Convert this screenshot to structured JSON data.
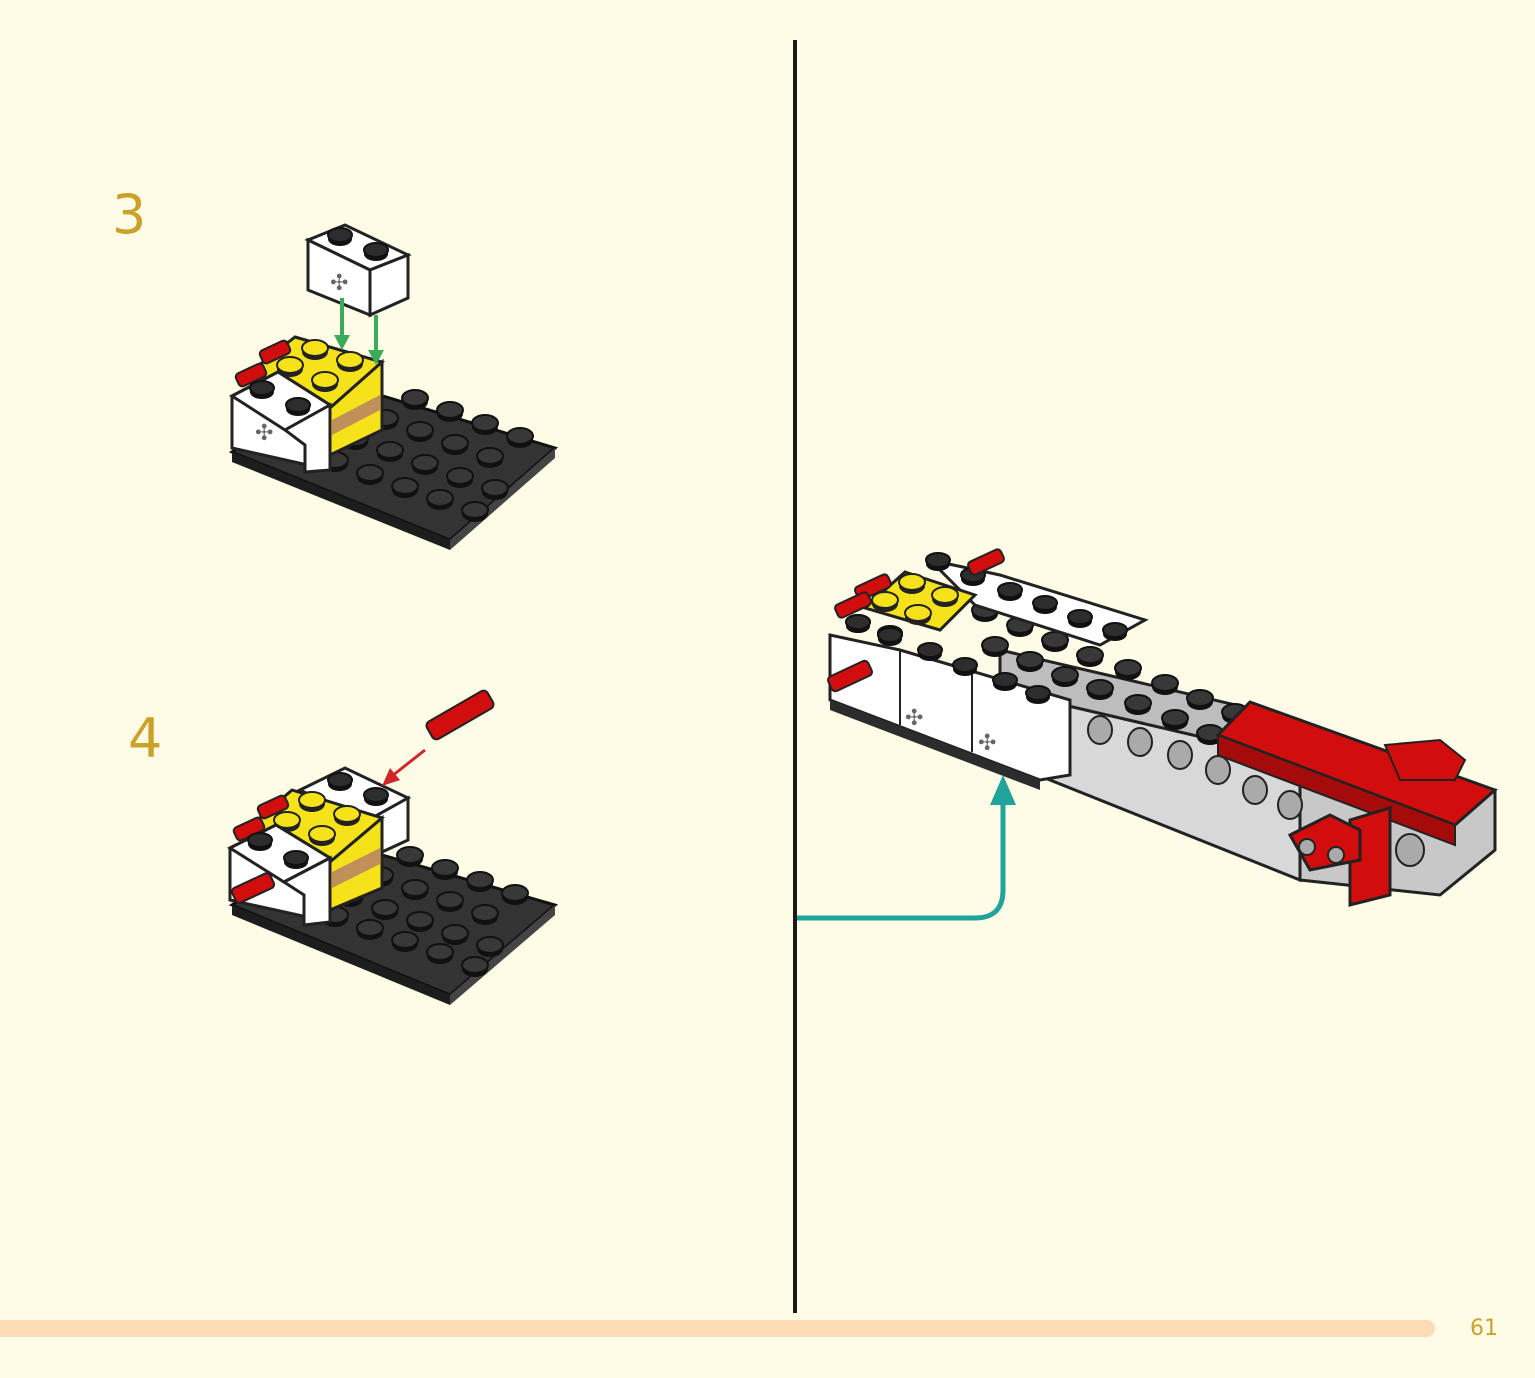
{
  "steps": [
    {
      "number": "3"
    },
    {
      "number": "4"
    }
  ],
  "page": {
    "number": "61"
  },
  "colors": {
    "background": "#fefce6",
    "step_number": "#c9a227",
    "divider": "#1a1a1a",
    "footer_bar": "#fcdcb4",
    "arrow_green": "#3bab5b",
    "arrow_red": "#d0252a",
    "arrow_teal": "#1fa39a",
    "brick_yellow": "#f6e21a",
    "brick_red": "#d10d0d",
    "plate_black": "#2c2c2c",
    "brick_white": "#ffffff",
    "beam_gray": "#bdbdbd"
  },
  "icons": [
    "green-down-arrow-icon",
    "red-insert-arrow-icon",
    "teal-subassembly-arrow-icon",
    "axle-cross-hole-icon"
  ]
}
